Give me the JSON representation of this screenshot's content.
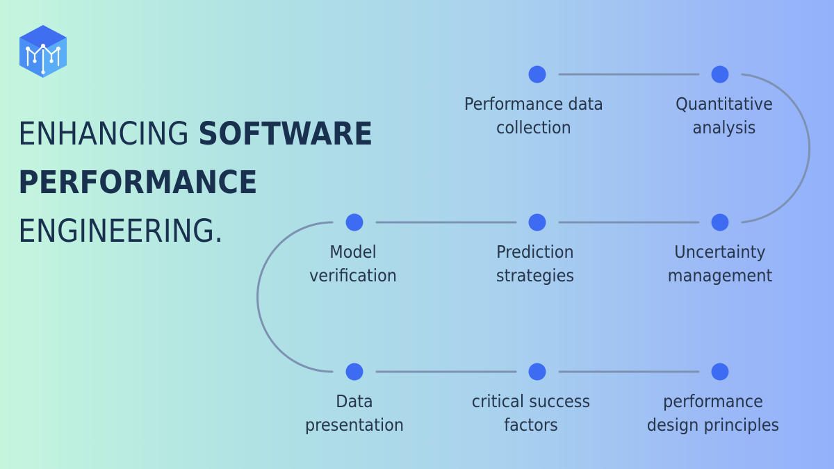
{
  "headline": {
    "part1": "ENHANCING",
    "part2": "SOFTWARE",
    "part3": "PERFORMANCE",
    "part4": "ENGINEERING."
  },
  "colors": {
    "node": "#3d6cf2",
    "connector": "#7d92b2",
    "logo_top": "#3f6ff0",
    "logo_left": "#4a8ff4",
    "logo_right": "#5aaef7"
  },
  "steps": [
    {
      "line1": "Performance data",
      "line2": "collection"
    },
    {
      "line1": "Quantitative",
      "line2": "analysis"
    },
    {
      "line1": "Uncertainty",
      "line2": "management"
    },
    {
      "line1": "Prediction",
      "line2": "strategies"
    },
    {
      "line1": "Model",
      "line2": "verification"
    },
    {
      "line1": "Data",
      "line2": "presentation"
    },
    {
      "line1": "critical success",
      "line2": "factors"
    },
    {
      "line1": "performance",
      "line2": "design principles"
    }
  ]
}
